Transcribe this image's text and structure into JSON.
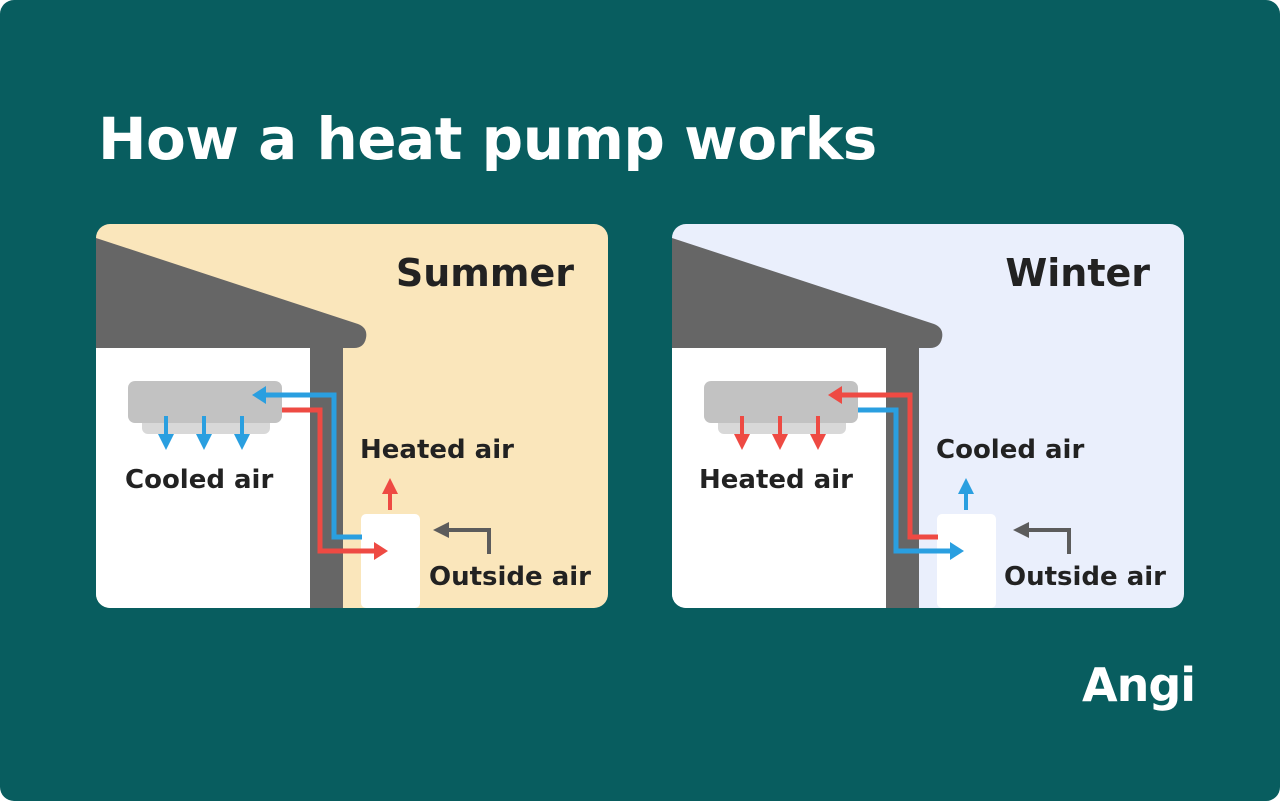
{
  "title": "How a heat pump works",
  "colors": {
    "background": "#085d5f",
    "summer_panel": "#fae6bb",
    "winter_panel": "#eaeffc",
    "roof": "#666666",
    "heated_arrow": "#ee4a43",
    "cooled_arrow": "#2a9fe0",
    "outside_arrow": "#5c5c5c"
  },
  "panels": {
    "summer": {
      "season": "Summer",
      "indoor_label": "Cooled air",
      "exhaust_label": "Heated air",
      "outside_label": "Outside air"
    },
    "winter": {
      "season": "Winter",
      "indoor_label": "Heated air",
      "exhaust_label": "Cooled air",
      "outside_label": "Outside air"
    }
  },
  "logo": "Angi"
}
